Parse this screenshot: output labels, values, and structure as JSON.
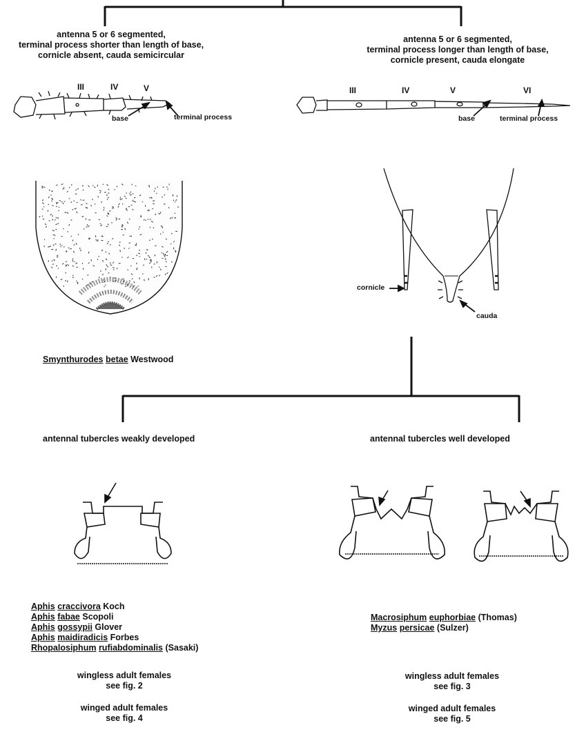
{
  "left_branch": {
    "criteria": [
      "antenna 5 or 6 segmented,",
      "terminal process shorter than length of base,",
      "cornicle absent, cauda semicircular"
    ],
    "segments": [
      "III",
      "IV",
      "V"
    ],
    "labels": {
      "base": "base",
      "terminal_process": "terminal process"
    },
    "species": {
      "genus": "Smynthurodes",
      "epithet": "betae",
      "author": "Westwood"
    }
  },
  "right_branch": {
    "criteria": [
      "antenna 5 or 6 segmented,",
      "terminal process longer than length of base,",
      "cornicle present, cauda elongate"
    ],
    "segments": [
      "III",
      "IV",
      "V",
      "VI"
    ],
    "labels": {
      "base": "base",
      "terminal_process": "terminal process",
      "cornicle": "cornicle",
      "cauda": "cauda"
    }
  },
  "sub_left": {
    "criteria": "antennal tubercles weakly developed",
    "species": [
      {
        "genus": "Aphis",
        "epithet": "craccivora",
        "author": "Koch"
      },
      {
        "genus": "Aphis",
        "epithet": "fabae",
        "author": "Scopoli"
      },
      {
        "genus": "Aphis",
        "epithet": "gossypii",
        "author": "Glover"
      },
      {
        "genus": "Aphis",
        "epithet": "maidiradicis",
        "author": "Forbes"
      },
      {
        "genus": "Rhopalosiphum",
        "epithet": "rufiabdominalis",
        "author": "(Sasaki)"
      }
    ],
    "wingless": "wingless adult females",
    "wingless_fig": "see fig. 2",
    "winged": "winged adult females",
    "winged_fig": "see fig. 4"
  },
  "sub_right": {
    "criteria": "antennal tubercles well developed",
    "species": [
      {
        "genus": "Macrosiphum",
        "epithet": "euphorbiae",
        "author": "(Thomas)"
      },
      {
        "genus": "Myzus",
        "epithet": "persicae",
        "author": "(Sulzer)"
      }
    ],
    "wingless": "wingless adult females",
    "wingless_fig": "see fig. 3",
    "winged": "winged adult females",
    "winged_fig": "see fig. 5"
  }
}
